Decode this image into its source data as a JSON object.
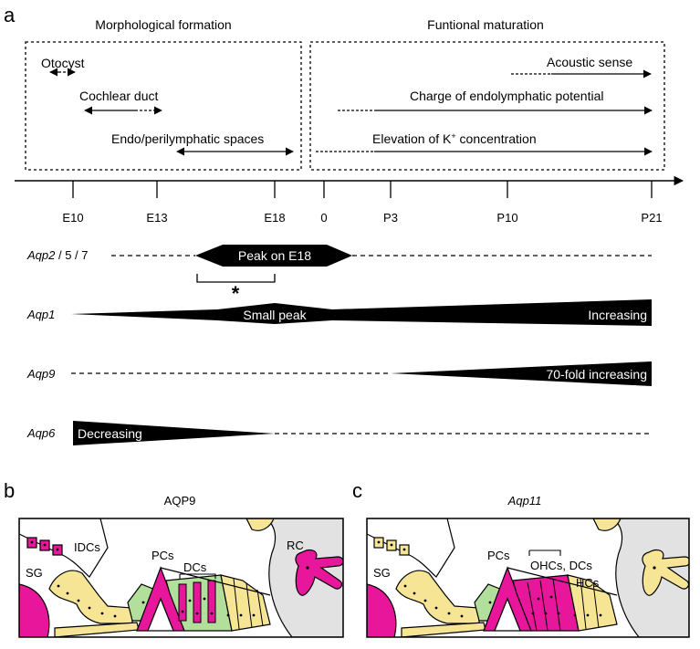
{
  "panels": {
    "a": {
      "label": "a",
      "section_left": "Morphological formation",
      "section_right": "Funtional maturation",
      "events": [
        {
          "label": "Otocyst"
        },
        {
          "label": "Cochlear duct"
        },
        {
          "label": "Endo/perilymphatic spaces"
        },
        {
          "label": "Acoustic sense"
        },
        {
          "label": "Charge of endolymphatic potential"
        },
        {
          "label_main": "Elevation of K",
          "label_sup": "+",
          "label_tail": " concentration"
        }
      ],
      "timeline_ticks": [
        "E10",
        "E13",
        "E18",
        "0",
        "P3",
        "P10",
        "P21"
      ],
      "genes": [
        {
          "name_part1": "Aqp2",
          "name_part2": " / 5 / 7",
          "note": "Peak on E18"
        },
        {
          "name": "Aqp1",
          "note_mid": "Small peak",
          "note_end": "Increasing"
        },
        {
          "name": "Aqp9",
          "note": "70-fold increasing"
        },
        {
          "name": "Aqp6",
          "note": "Decreasing"
        }
      ],
      "significance_mark": "*"
    },
    "b": {
      "label": "b",
      "title": "AQP9",
      "cell_labels": {
        "idcs": "IDCs",
        "pcs": "PCs",
        "dcs": "DCs",
        "sg": "SG",
        "rc": "RC"
      }
    },
    "c": {
      "label": "c",
      "title": "Aqp11",
      "cell_labels": {
        "pcs": "PCs",
        "ohcs_dcs": "OHCs, DCs",
        "hcs": "HCs",
        "sg": "SG"
      }
    }
  },
  "colors": {
    "magenta": "#e8169b",
    "yellow": "#f7e596",
    "green": "#b2df9c",
    "grey": "#e2e2e2",
    "black": "#000000"
  }
}
